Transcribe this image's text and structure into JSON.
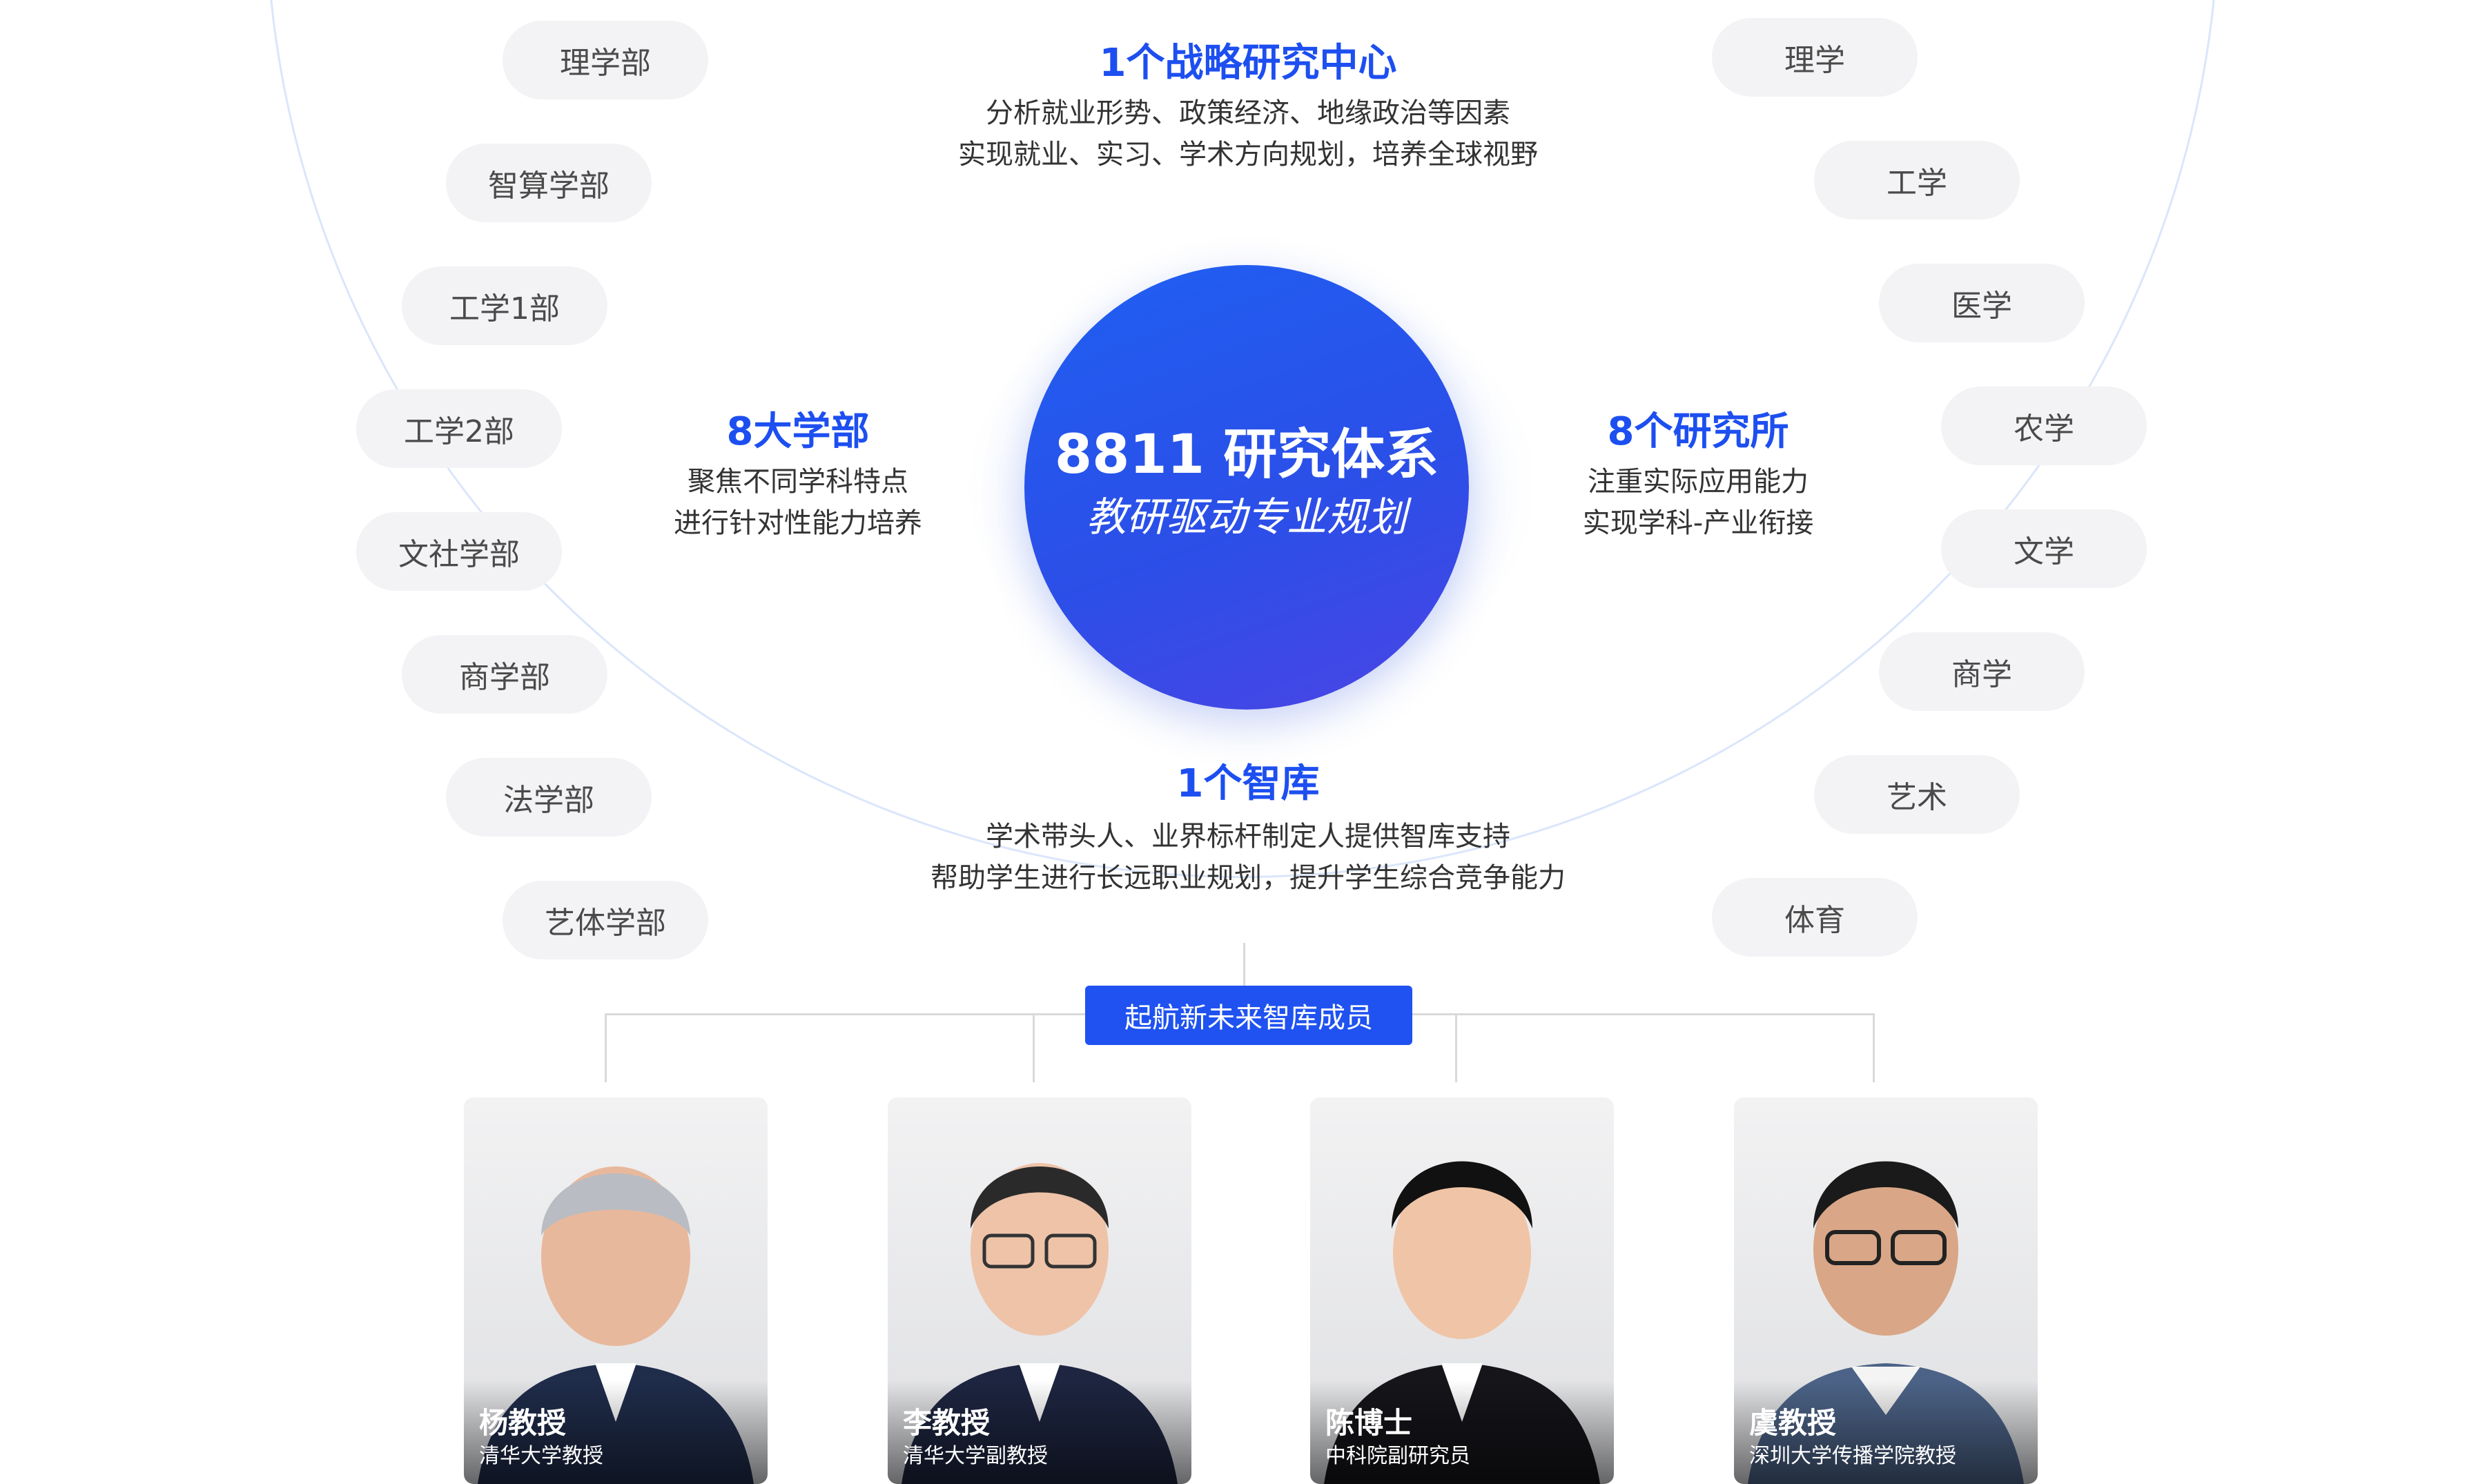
{
  "center": {
    "line1": "8811 研究体系",
    "line2": "教研驱动专业规划"
  },
  "top_block": {
    "title": "1个战略研究中心",
    "desc1": "分析就业形势、政策经济、地缘政治等因素",
    "desc2": "实现就业、实习、学术方向规划，培养全球视野"
  },
  "left_block": {
    "title": "8大学部",
    "desc1": "聚焦不同学科特点",
    "desc2": "进行针对性能力培养"
  },
  "right_block": {
    "title": "8个研究所",
    "desc1": "注重实际应用能力",
    "desc2": "实现学科-产业衔接"
  },
  "bottom_block": {
    "title": "1个智库",
    "desc1": "学术带头人、业界标杆制定人提供智库支持",
    "desc2": "帮助学生进行长远职业规划，提升学生综合竞争能力"
  },
  "departments": [
    "理学部",
    "智算学部",
    "工学1部",
    "工学2部",
    "文社学部",
    "商学部",
    "法学部",
    "艺体学部"
  ],
  "institutes": [
    "理学",
    "工学",
    "医学",
    "农学",
    "文学",
    "商学",
    "艺术",
    "体育"
  ],
  "think_tank_button": "起航新未来智库成员",
  "members": [
    {
      "name": "杨教授",
      "role": "清华大学教授"
    },
    {
      "name": "李教授",
      "role": "清华大学副教授"
    },
    {
      "name": "陈博士",
      "role": "中科院副研究员"
    },
    {
      "name": "虞教授",
      "role": "深圳大学传播学院教授"
    }
  ],
  "colors": {
    "accent": "#1d4ff0",
    "pill_bg": "#f3f3f5"
  }
}
